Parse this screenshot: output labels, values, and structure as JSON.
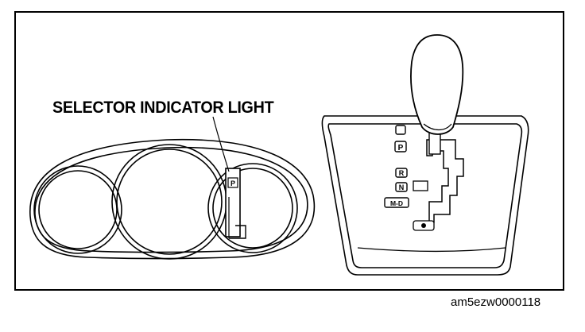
{
  "callout": {
    "label": "SELECTOR INDICATOR LIGHT"
  },
  "caption": {
    "code": "am5ezw0000118"
  },
  "cluster": {
    "indicator_letter": "P"
  },
  "shifter": {
    "positions": [
      "P",
      "R",
      "N",
      "M-D"
    ]
  }
}
